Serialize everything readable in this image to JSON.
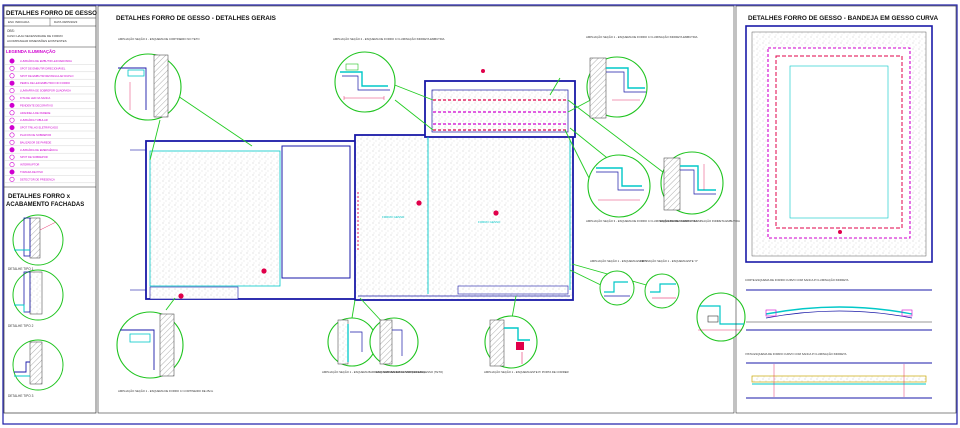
{
  "left_panel": {
    "title": "DETALHES FORRO DE GESSO",
    "meta_left": "ESC INDICADA",
    "meta_right": "DATA 09/05/2023",
    "note_line1": "OBS:",
    "note_line2": "CASO HAJA NECESSIDADE DE FORRO",
    "note_line3": "ACOMPANHAR DIMENSÕES EXISTENTES",
    "legend_title": "LEGENDA ILUMINAÇÃO",
    "legend_items": [
      "LUMINÁRIA DE EMBUTIR LED REDONDA",
      "SPOT DE EMBUTIR DIRECIONÁVEL",
      "SPOT DE EMBUTIR RETANGULAR DUPLO",
      "PERFIL DE LED EMBUTIDO NO FORRO",
      "LUMINÁRIA DE SOBREPOR QUADRADA",
      "FITA DE LED NA SANCA",
      "PENDENTE DECORATIVO",
      "ARANDELA DE PAREDE",
      "LUMINÁRIA TUBULAR",
      "SPOT TRILHO ELETRIFICADO",
      "PLAFON DE SOBREPOR",
      "BALIZADOR DE PAREDE",
      "LUMINÁRIA DE EMERGÊNCIA",
      "SPOT DE SOBREPOR",
      "INTERRUPTOR",
      "TOMADA DE PISO",
      "DETECTOR DE PRESENÇA"
    ],
    "facades_title_line1": "DETALHES FORRO x",
    "facades_title_line2": "ACABAMENTO FACHADAS",
    "facade_details": [
      "DETALHE TIPO 1",
      "DETALHE TIPO 2",
      "DETALHE TIPO 3"
    ]
  },
  "main_panel": {
    "title": "DETALHES FORRO DE GESSO  - DETALHES GERAIS",
    "callouts": [
      "AMPLIAÇÃO SEÇÃO 2 - ESQUEMA DE CORTINEIRO NO TETO",
      "AMPLIAÇÃO SEÇÃO 2 - ESQUEMA DE FORRO C/ ILUMINAÇÃO INDIRETA EMBUTIDA",
      "AMPLIAÇÃO SEÇÃO 1 - ESQUEMA DE FORRO C/ ILUMINAÇÃO INDIRETA EMBUTIDA",
      "AMPLIAÇÃO SEÇÃO 3 - ESQUEMA DE FORRO C/ ILUMINAÇÃO INDIRETA EMBUTIDA",
      "ESQUEMA DE FORRO C/ ILUMINAÇÃO INDIRETA EMBUTIDA",
      "AMPLIAÇÃO SEÇÃO 1 - ESQUEMA ESTE \"1\"",
      "AMPLIAÇÃO SEÇÃO 1 - ESQUEMA ESTE \"2\"",
      "AMPLIAÇÃO SEÇÃO 1 - ESQUEMA DE FORRO C/ CORTINEIRO DE 25cm",
      "AMPLIAÇÃO SEÇÃO 1 - ESQUEMA BARRADO SIMPLES EM GESSO (PAREDE)",
      "ESQUEMA BARRADO SIMPLES EM GESSO (TETO)",
      "AMPLIAÇÃO SEÇÃO 1 - ESQUEMA ESTE P/ PORTA DE CORRER"
    ]
  },
  "right_panel": {
    "title": "DETALHES FORRO DE GESSO  - BANDEJA EM GESSO CURVA",
    "section1_label": "CORTE ESQUEMA DE FORRO CURVO COM SANCA P/ ILUMINAÇÃO INDIRETA",
    "section2_label": "VISTA ESQUEMA DE FORRO CURVO COM SANCA P/ ILUMINAÇÃO INDIRETA"
  },
  "colors": {
    "frame": "#1a1aa8",
    "detail_circle": "#1fc41f",
    "leader": "#22cc22",
    "dimension": "#e0004a",
    "gypsum": "#00c8c8",
    "legend_icon": "#d000d0",
    "hatch": "#bfbfbf"
  }
}
